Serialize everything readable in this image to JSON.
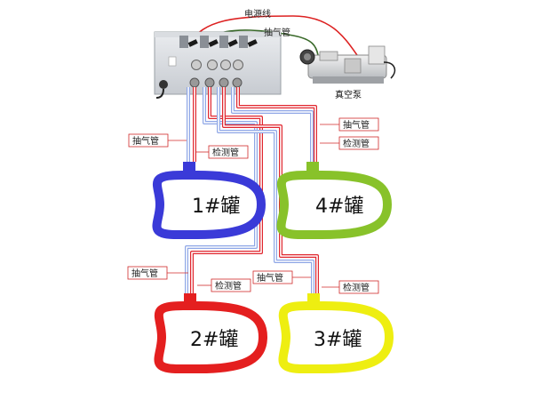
{
  "labels": {
    "power_line": "电源线",
    "suction_top": "抽气管",
    "vacuum_pump": "真空泵",
    "suction_1": "抽气管",
    "detect_1": "检测管",
    "suction_4": "抽气管",
    "detect_4": "检测管",
    "suction_2": "抽气管",
    "detect_2": "检测管",
    "suction_3": "抽气管",
    "detect_3": "检测管"
  },
  "tanks": [
    {
      "label": "1#罐",
      "color": "#3a3ad8"
    },
    {
      "label": "2#罐",
      "color": "#e41f1f"
    },
    {
      "label": "3#罐",
      "color": "#eeee11"
    },
    {
      "label": "4#罐",
      "color": "#88c22a"
    }
  ],
  "colors": {
    "detect_tube": "#e0262e",
    "suction_tube": "#8ea6e6",
    "power_line": "#d22",
    "suction_line": "#3a6a2a"
  }
}
